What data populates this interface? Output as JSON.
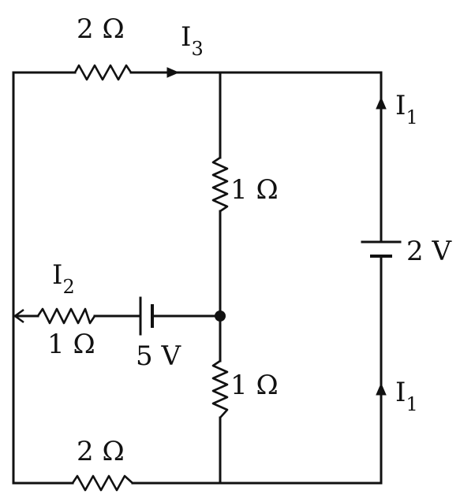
{
  "resistors": {
    "top_left": "2 Ω",
    "middle_upper": "1 Ω",
    "middle_lower": "1 Ω",
    "left_branch": "1 Ω",
    "bottom_left": "2 Ω"
  },
  "batteries": {
    "right": "2 V",
    "left_branch": "5 V"
  },
  "currents": {
    "i3": {
      "symbol": "I",
      "subscript": "3"
    },
    "i2": {
      "symbol": "I",
      "subscript": "2"
    },
    "i1_upper": {
      "symbol": "I",
      "subscript": "1"
    },
    "i1_lower": {
      "symbol": "I",
      "subscript": "1"
    }
  },
  "colors": {
    "ink": "#111111",
    "background": "#ffffff"
  }
}
